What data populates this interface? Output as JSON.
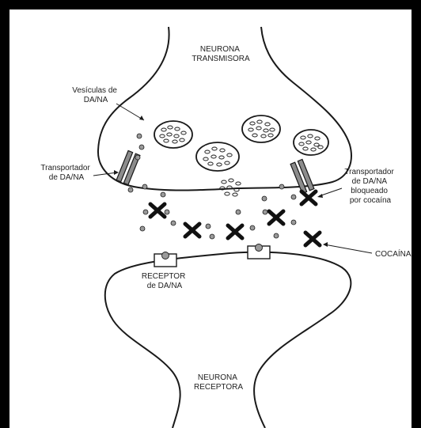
{
  "labels": {
    "transmitter": [
      "NEURONA",
      "TRANSMISORA"
    ],
    "vesicles": [
      "Vesículas de",
      "DA/NA"
    ],
    "transporter_left": [
      "Transportador",
      "de DA/NA"
    ],
    "transporter_right": [
      "Transportador",
      "de DA/NA",
      "bloqueado",
      "por cocaína"
    ],
    "cocaine": "COCAÍNA",
    "receptor": [
      "RECEPTOR",
      "de DA/NA"
    ],
    "receiver": [
      "NEURONA",
      "RECEPTORA"
    ]
  },
  "icons": {
    "cocaine_mark": "x-mark",
    "neurotransmitter": "dot",
    "vesicle": "circle-with-ovals",
    "transporter": "double-bar",
    "receptor": "rectangle-with-dot"
  },
  "colors": {
    "line": "#1a1a1a",
    "dot_fill": "#9a9a9a",
    "transporter_fill": "#8c8c8c",
    "frame": "#000000"
  }
}
